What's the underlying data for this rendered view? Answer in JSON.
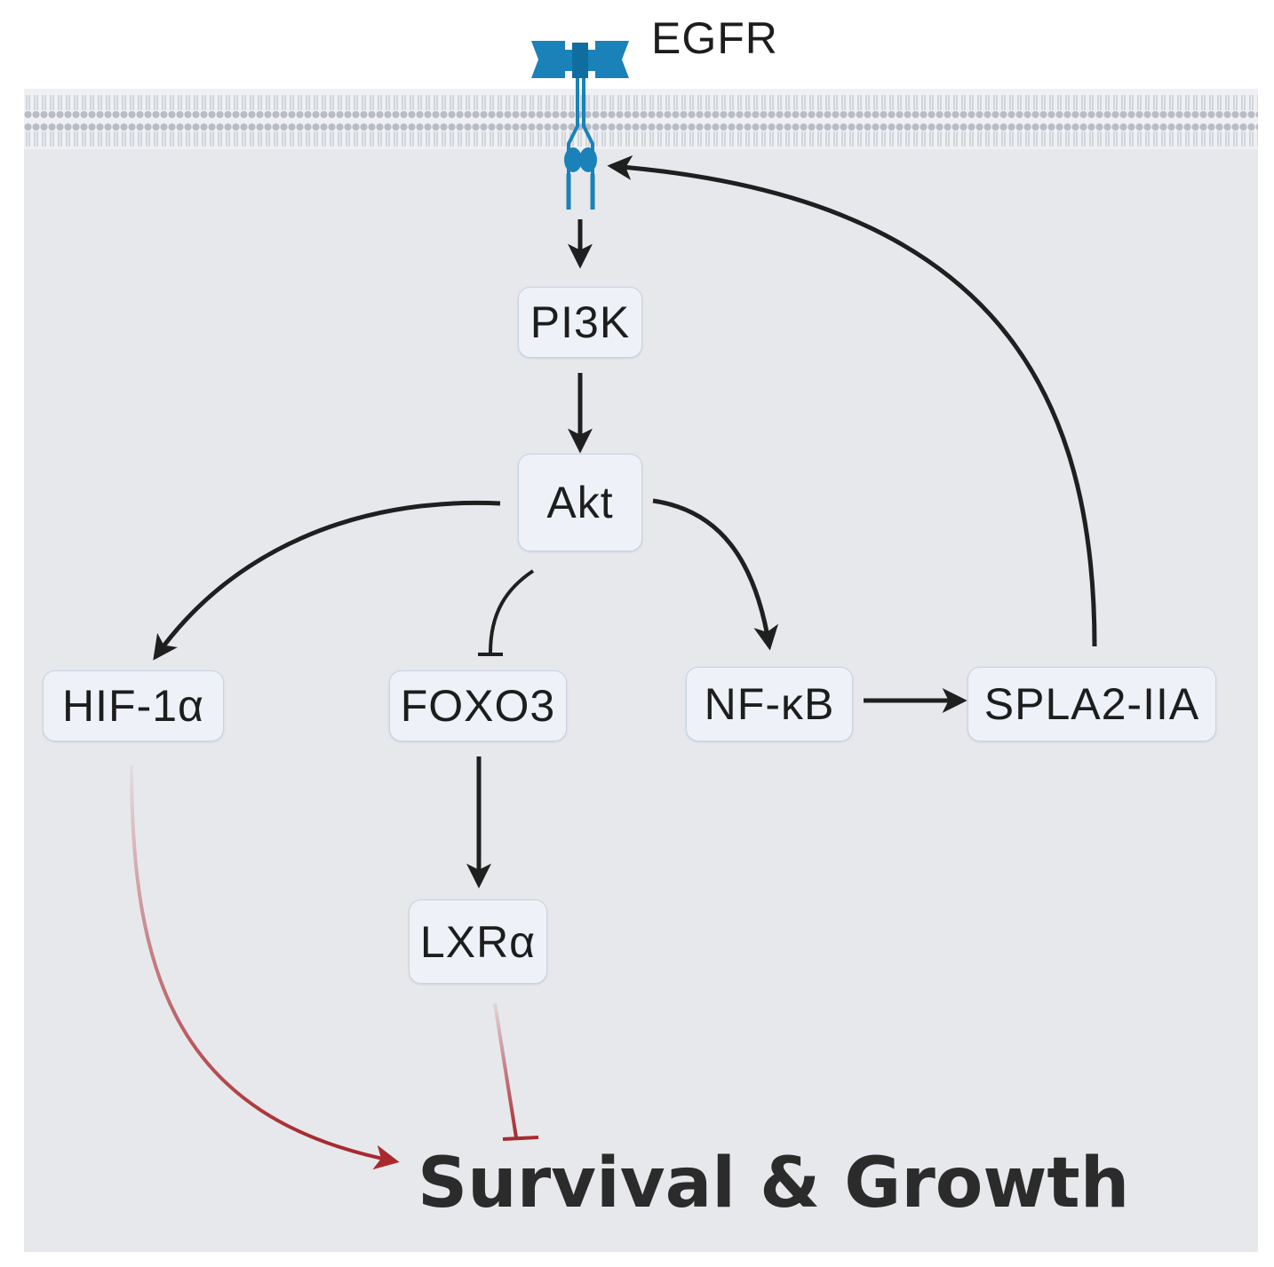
{
  "receptor": {
    "label": "EGFR"
  },
  "nodes": {
    "pi3k": "PI3K",
    "akt": "Akt",
    "hif1a": "HIF-1α",
    "foxo3": "FOXO3",
    "nfkb": "NF-κB",
    "spla2": "SPLA2-IIA",
    "lxra": "LXRα"
  },
  "outcome": {
    "label": "Survival & Growth"
  },
  "colors": {
    "cytoplasm": "#e7e8ec",
    "membrane": "#c9ccd3",
    "receptor": "#1a82b8",
    "arrow": "#1f1f1f",
    "inhibit_red": "#a82a2f",
    "node_fill": "#eef2f8",
    "node_border": "#c9d3e2"
  }
}
